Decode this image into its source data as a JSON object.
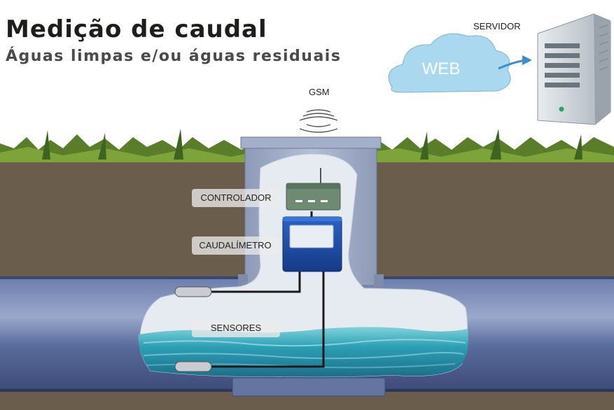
{
  "header": {
    "title": "Medição de caudal",
    "subtitle": "Águas limpas e/ou águas residuais"
  },
  "labels": {
    "servidor": "SERVIDOR",
    "web": "WEB",
    "gsm": "GSM",
    "controlador": "CONTROLADOR",
    "caudalimetro": "CAUDALÍMETRO",
    "sensores": "SENSORES"
  },
  "colors": {
    "soil": "#6b5d4c",
    "grass": "#5a7d2a",
    "pipe": "#4a5c8c",
    "water": "#2fa7b8",
    "meter": "#1f4fa8",
    "controller": "#6f8a72",
    "cloud": "#a9d8ef",
    "server": "#c8d0d6"
  },
  "icons": [
    "cloud-icon",
    "server-icon",
    "gsm-signal-icon",
    "controller-icon",
    "flowmeter-icon",
    "sensor-icon"
  ]
}
